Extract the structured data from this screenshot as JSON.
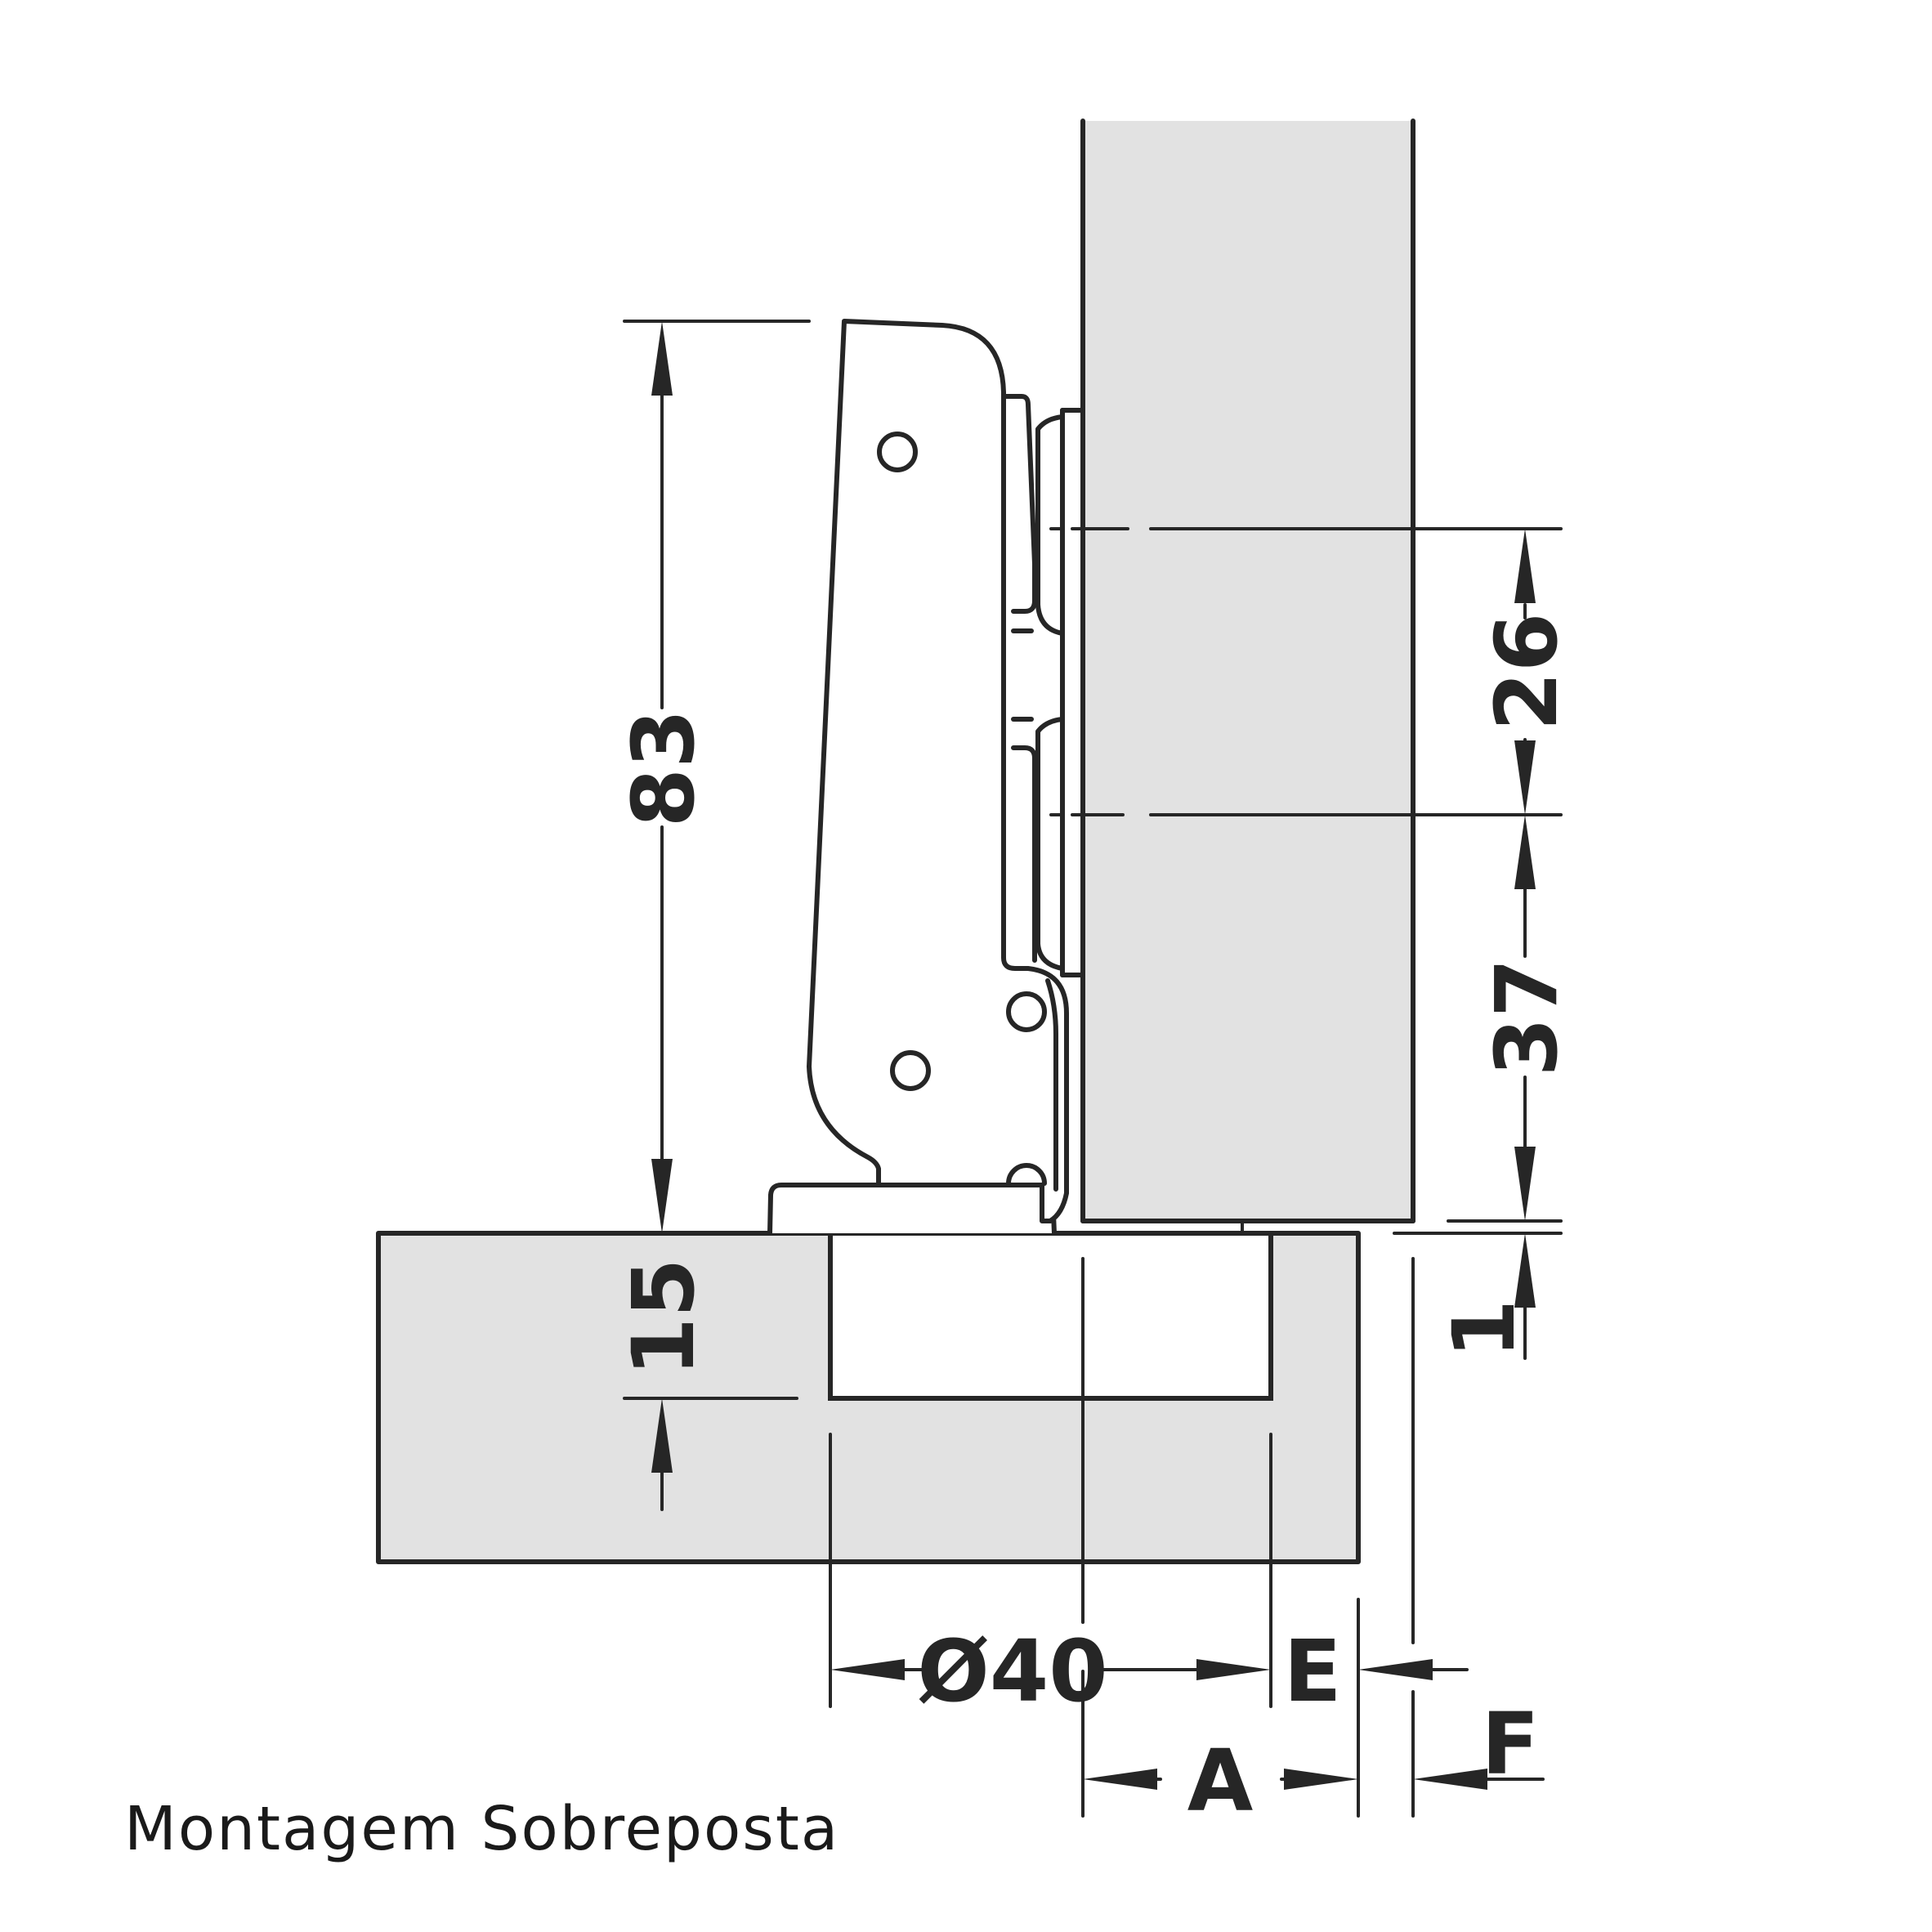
{
  "caption": "Montagem Sobreposta",
  "dimensions": {
    "cup_depth": "15",
    "arm_height": "83",
    "hole_spacing": "26",
    "plate_offset": "37",
    "gap": "1",
    "cup_diameter": "Ø40",
    "label_e": "E",
    "label_a": "A",
    "label_f": "F"
  },
  "colors": {
    "panel_fill": "#e2e2e2",
    "line": "#262626"
  }
}
